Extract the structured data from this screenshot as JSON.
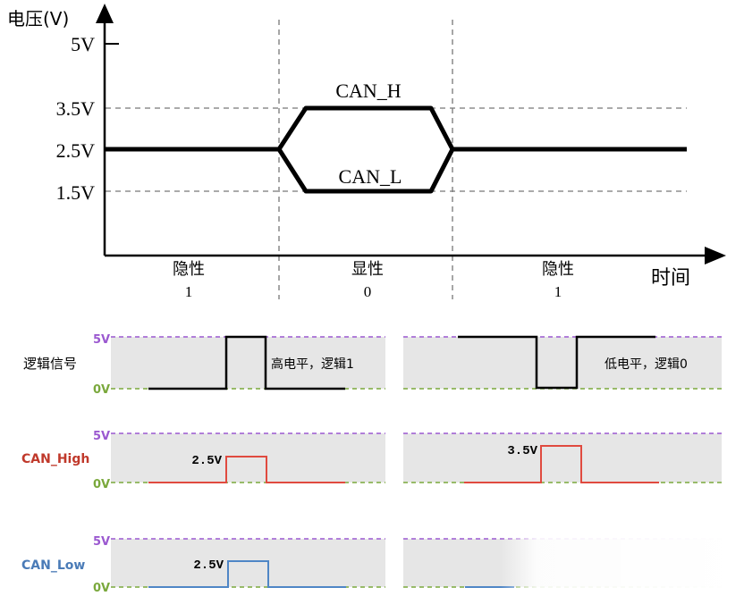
{
  "top_diagram": {
    "y_axis_label": "电压(V)",
    "x_axis_label": "时间",
    "ticks": {
      "v5": "5V",
      "v35": "3.5V",
      "v25": "2.5V",
      "v15": "1.5V"
    },
    "can_h_label": "CAN_H",
    "can_l_label": "CAN_L",
    "sections": [
      {
        "state": "隐性",
        "bit": "1"
      },
      {
        "state": "显性",
        "bit": "0"
      },
      {
        "state": "隐性",
        "bit": "1"
      }
    ]
  },
  "bottom_panels": {
    "row_labels": {
      "logic": "逻辑信号",
      "can_high": "CAN_High",
      "can_low": "CAN_Low"
    },
    "level_labels": {
      "five": "5V",
      "zero": "0V"
    },
    "left": {
      "logic_note": "高电平，逻辑1",
      "can_high_value": "2.5V",
      "can_low_value": "2.5V"
    },
    "right": {
      "logic_note": "低电平，逻辑0",
      "can_high_value": "3.5V"
    }
  },
  "colors": {
    "signal_black": "#000000",
    "can_high_red": "#e04a3f",
    "can_low_blue": "#4f86c6",
    "level_5v_purple": "#9b59d0",
    "level_0v_green": "#7aa83c",
    "panel_fill": "#e6e6e6",
    "row_label_red": "#c0392b",
    "row_label_blue": "#4a7bb7"
  }
}
